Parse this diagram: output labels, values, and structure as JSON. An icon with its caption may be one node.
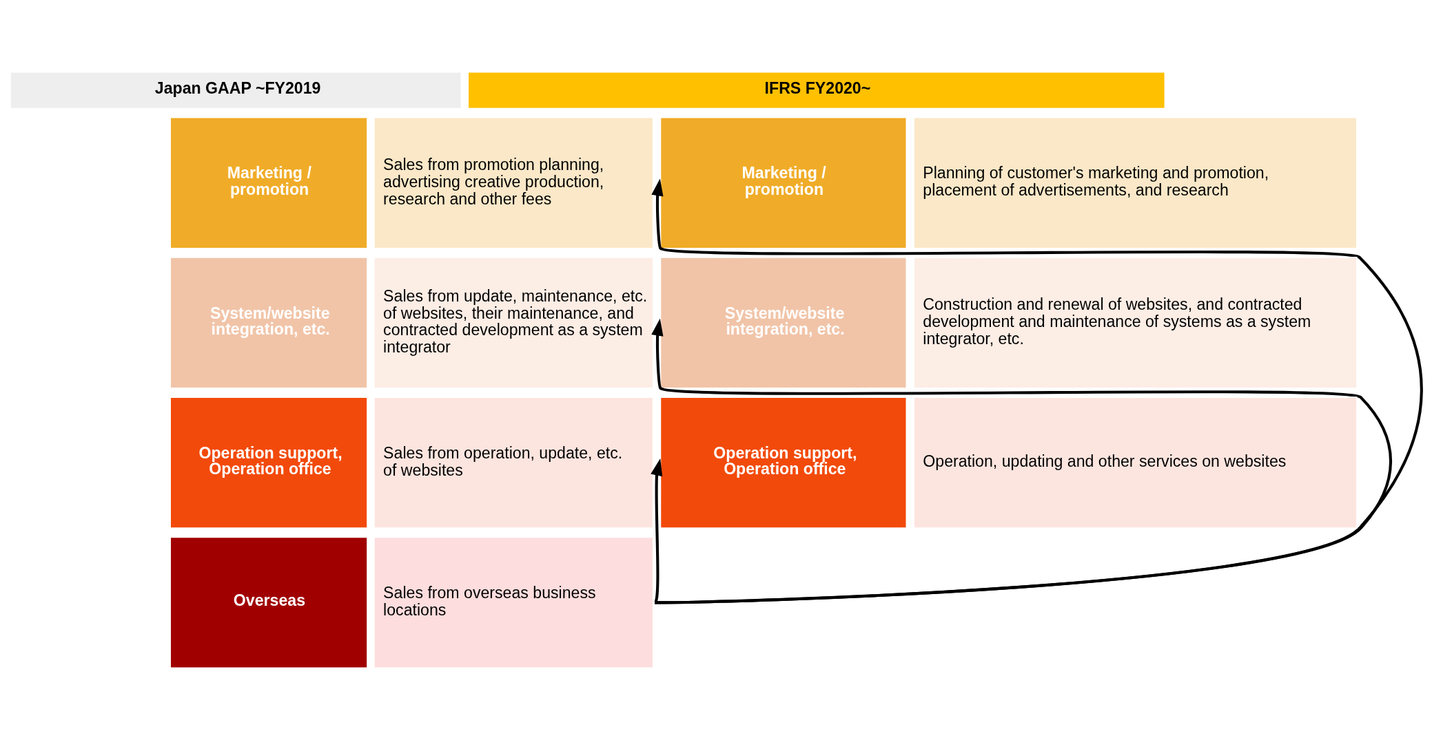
{
  "diagram": {
    "nodes": [
      {
        "text": [
          "Japan GAAP ~FY2019"
        ]
      },
      {
        "text": [
          "Marketing / promotion"
        ]
      },
      {
        "text": [
          "Sales from promotion planning, advertising creative production, research and other fees"
        ]
      },
      {
        "text": [
          "System/website integration, etc."
        ]
      },
      {
        "text": [
          "Sales from update, maintenance, etc. of websites, their maintenance, and contracted development as a system integrator"
        ]
      },
      {
        "text": [
          "Operation support, Operation office"
        ]
      },
      {
        "text": [
          "Sales from operation, update, etc. of websites"
        ]
      },
      {
        "text": [
          "Overseas"
        ]
      },
      {
        "text": [
          "Sales from overseas business locations"
        ]
      },
      {
        "text": [
          "IFRS FY2020~"
        ]
      },
      {
        "text": [
          "Marketing / promotion"
        ]
      },
      {
        "text": [
          "Planning of customer's marketing and promotion, placement of advertisements, and research"
        ]
      },
      {
        "text": [
          "System/website integration, etc."
        ]
      },
      {
        "text": [
          "Construction and renewal of websites, and contracted development and maintenance of systems as a system integrator, etc."
        ]
      },
      {
        "text": [
          "Operation support, Operation office"
        ]
      },
      {
        "text": [
          "Operation, updating and other services on websites"
        ]
      }
    ],
    "edges": [
      {
        "from": 8,
        "to": 10,
        "arrow": "to"
      },
      {
        "from": 8,
        "to": 12,
        "arrow": "to"
      },
      {
        "from": 8,
        "to": 14,
        "arrow": "to"
      }
    ]
  }
}
